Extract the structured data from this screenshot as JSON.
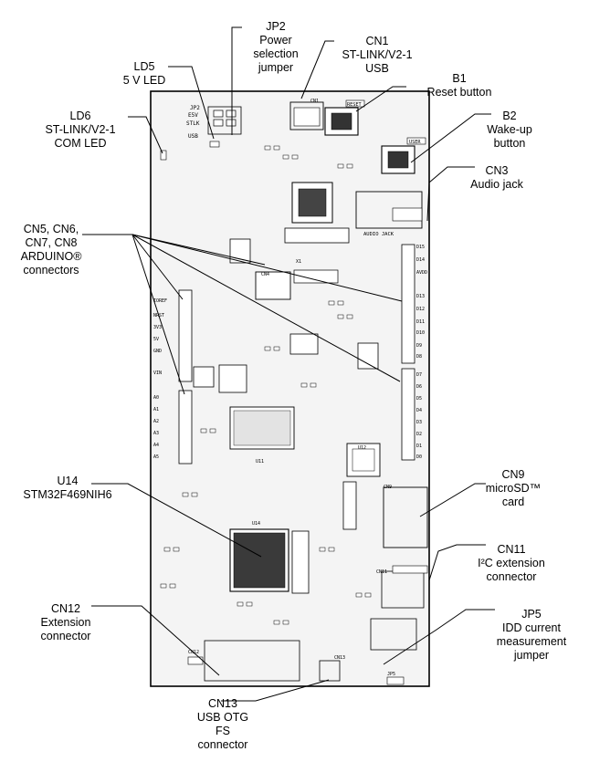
{
  "callouts": {
    "jp2": [
      "JP2",
      "Power",
      "selection",
      "jumper"
    ],
    "cn1": [
      "CN1",
      "ST-LINK/V2-1",
      "USB"
    ],
    "ld5": [
      "LD5",
      "5 V LED"
    ],
    "b1": [
      "B1",
      "Reset button"
    ],
    "ld6": [
      "LD6",
      "ST-LINK/V2-1",
      "COM LED"
    ],
    "b2": [
      "B2",
      "Wake-up",
      "button"
    ],
    "cn3": [
      "CN3",
      "Audio jack"
    ],
    "cn5": [
      "CN5, CN6,",
      "CN7, CN8",
      "ARDUINO®",
      "connectors"
    ],
    "cn9": [
      "CN9",
      "microSD™",
      "card"
    ],
    "u14": [
      "U14",
      "STM32F469NIH6"
    ],
    "cn11": [
      "CN11",
      "I²C extension",
      "connector"
    ],
    "cn12": [
      "CN12",
      "Extension",
      "connector"
    ],
    "jp5": [
      "JP5",
      "IDD current",
      "measurement",
      "jumper"
    ],
    "cn13": [
      "CN13",
      "USB OTG",
      "FS",
      "connector"
    ]
  },
  "silkscreen": {
    "jp2": "JP2",
    "e5v": "E5V",
    "stlk": "STLK",
    "usb": "USB",
    "cn1": "CN1",
    "reset": "RESET",
    "user": "USER",
    "audio_jack": "AUDIO JACK",
    "cn4": "CN4",
    "x1": "X1",
    "u14": "U14",
    "u11": "U11",
    "u12": "U12",
    "cn9": "CN9",
    "cn11": "CN11",
    "cn12": "CN12",
    "cn13": "CN13",
    "jp5": "JP5",
    "ioref": "IOREF",
    "nrst": "NRST",
    "v3": "3V3",
    "v5": "5V",
    "gnd": "GND",
    "vin": "VIN",
    "a0": "A0",
    "a1": "A1",
    "a2": "A2",
    "a3": "A3",
    "a4": "A4",
    "a5": "A5",
    "d15": "D15",
    "d14": "D14",
    "avdd": "AVDD",
    "d13": "D13",
    "d12": "D12",
    "d11": "D11",
    "d10": "D10",
    "d9": "D9",
    "d8": "D8",
    "d7": "D7",
    "d6": "D6",
    "d5": "D5",
    "d4": "D4",
    "d3": "D3",
    "d2": "D2",
    "d1": "D1",
    "d0": "D0"
  }
}
